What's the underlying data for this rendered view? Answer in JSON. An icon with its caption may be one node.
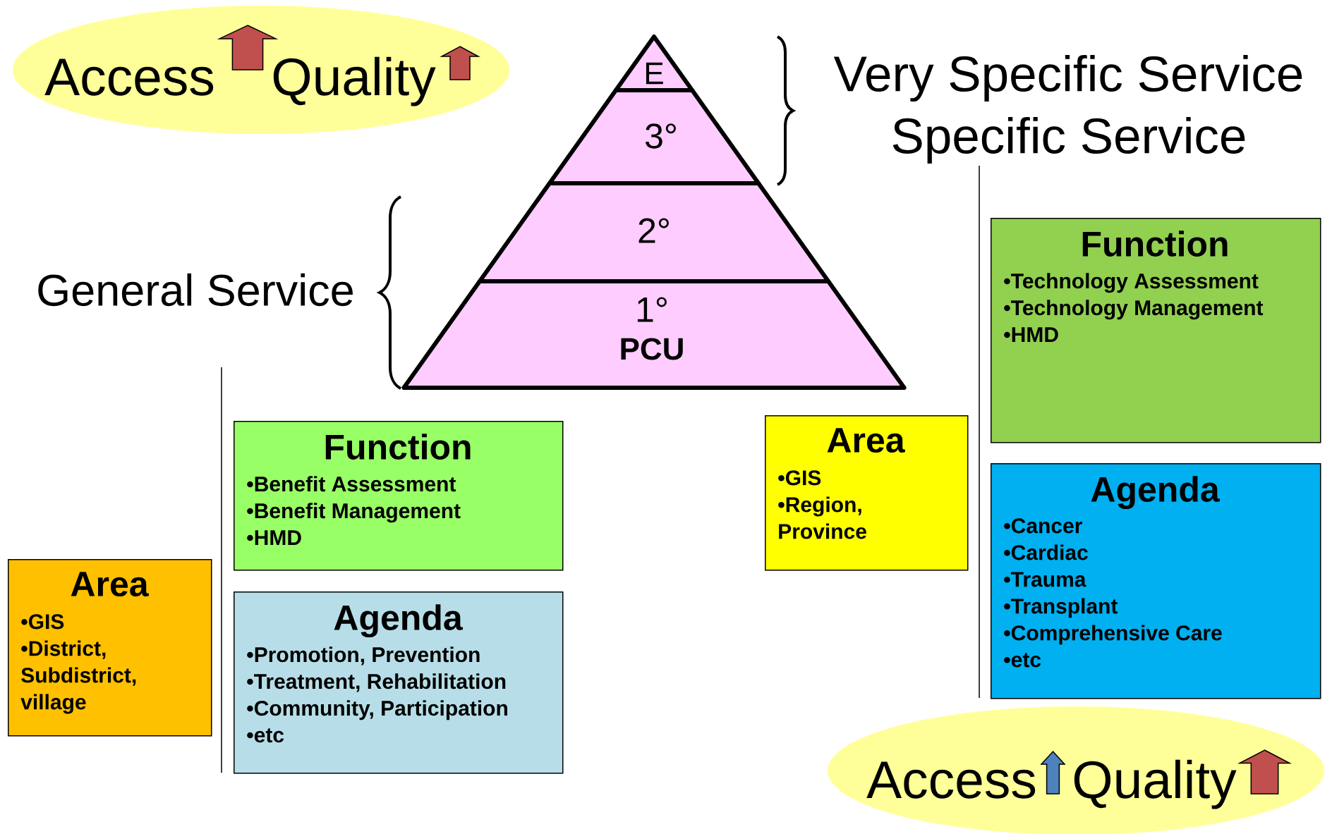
{
  "diagram": {
    "nodes": [
      {
        "text": [
          "Access",
          "Quality"
        ]
      },
      {
        "text": [
          "E"
        ]
      },
      {
        "text": [
          "3°"
        ]
      },
      {
        "text": [
          "2°"
        ]
      },
      {
        "text": [
          "1°",
          "PCU"
        ]
      },
      {
        "text": [
          "Function",
          "•Technology Assessment",
          "•Technology Management",
          "•HMD"
        ]
      },
      {
        "text": [
          "Function",
          "•Benefit Assessment",
          "•Benefit Management",
          "•HMD"
        ]
      },
      {
        "text": [
          "Area",
          "•GIS",
          "•Region, Province"
        ]
      },
      {
        "text": [
          "Agenda",
          "•Cancer",
          "•Cardiac",
          "•Trauma",
          "•Transplant",
          "•Comprehensive Care",
          "•etc"
        ]
      },
      {
        "text": [
          "Area",
          "•GIS",
          "•District, Subdistrict, village"
        ]
      },
      {
        "text": [
          "Agenda",
          "•Promotion, Prevention",
          "•Treatment, Rehabilitation",
          "•Community, Participation",
          "•etc"
        ]
      },
      {
        "text": [
          "Access",
          "Quality"
        ]
      }
    ],
    "labels": [
      "Very Specific Service",
      "Specific Service",
      "General Service"
    ]
  }
}
